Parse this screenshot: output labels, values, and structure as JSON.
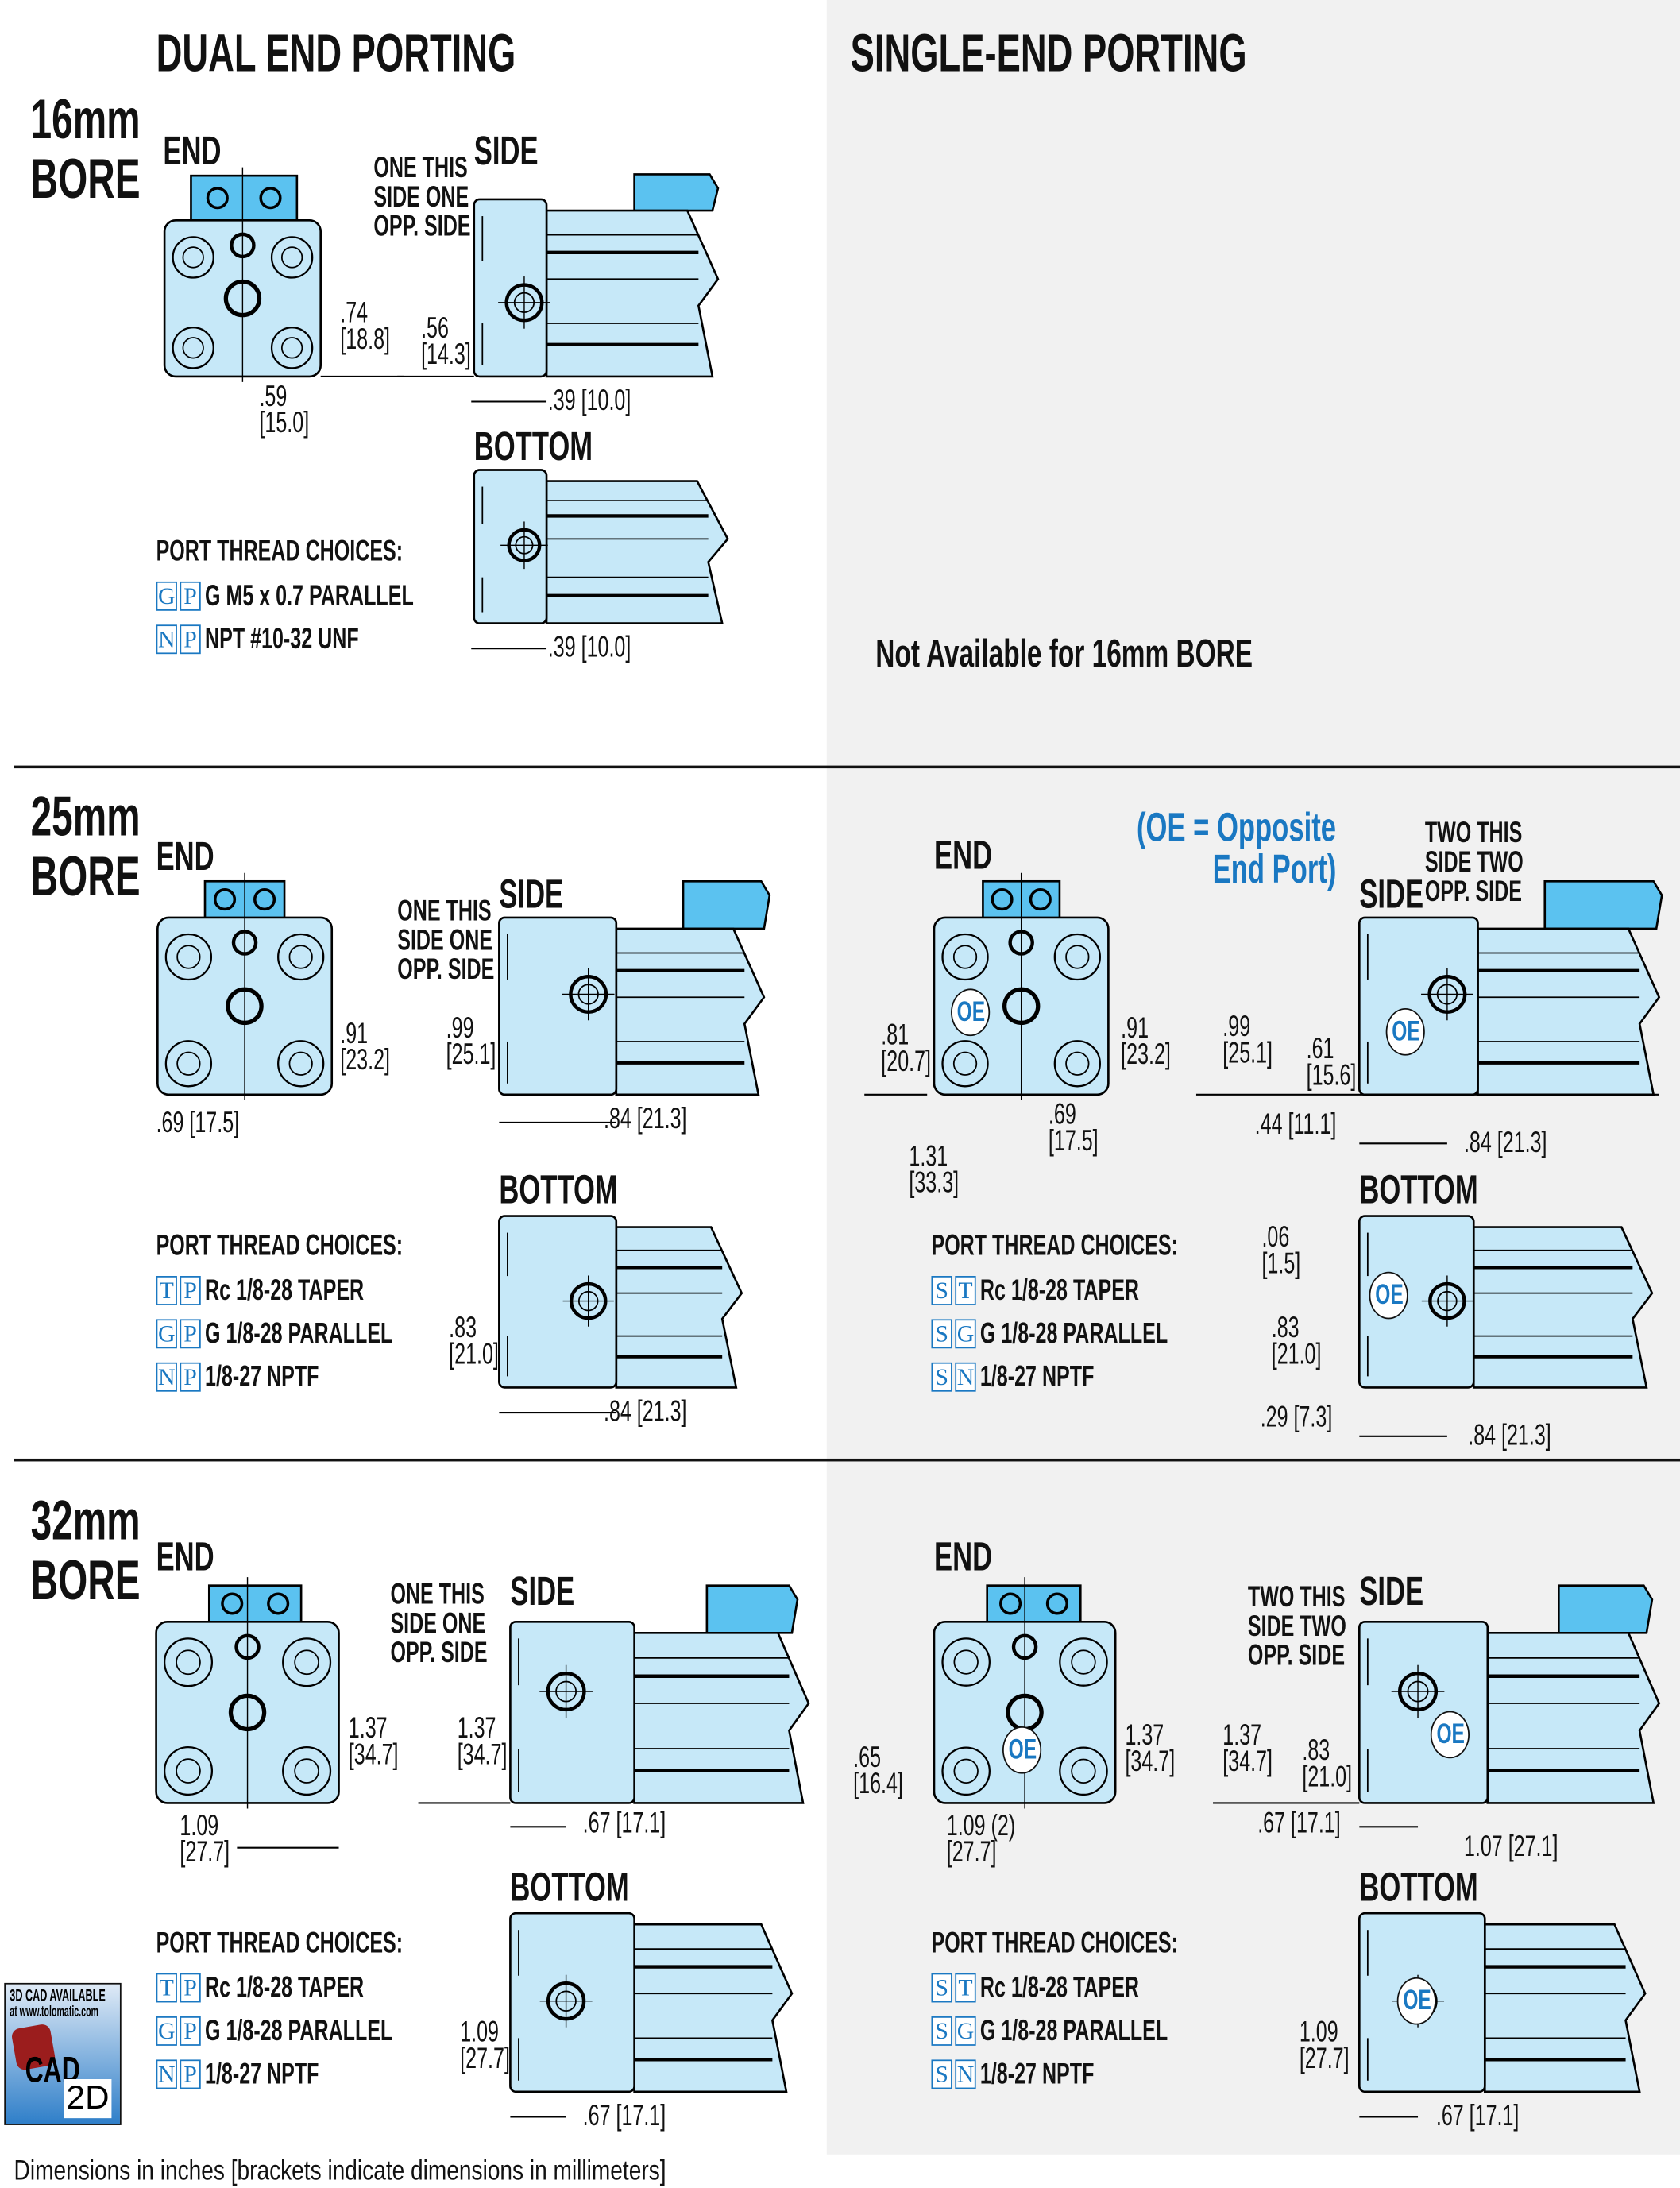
{
  "headers": {
    "dual": "DUAL END PORTING",
    "single": "SINGLE-END PORTING"
  },
  "s16": {
    "bore": [
      "16mm",
      "BORE"
    ],
    "dual": {
      "end": "END",
      "side": "SIDE",
      "bottom": "BOTTOM",
      "note": [
        "ONE THIS",
        "SIDE ONE",
        "OPP. SIDE"
      ],
      "dims": [
        [
          ".74",
          "[18.8]"
        ],
        [
          ".56",
          "[14.3]"
        ],
        [
          ".59",
          "[15.0]"
        ],
        [
          ".39 [10.0]"
        ],
        [
          ".39 [10.0]"
        ]
      ],
      "ports_title": "PORT THREAD CHOICES:",
      "ports": [
        {
          "code": "GP",
          "desc": "G M5 x 0.7 PARALLEL"
        },
        {
          "code": "NP",
          "desc": "NPT #10-32 UNF"
        }
      ]
    },
    "single": {
      "na": "Not Available for 16mm BORE"
    }
  },
  "s25": {
    "bore": [
      "25mm",
      "BORE"
    ],
    "dual": {
      "end": "END",
      "side": "SIDE",
      "bottom": "BOTTOM",
      "note": [
        "ONE THIS",
        "SIDE ONE",
        "OPP. SIDE"
      ],
      "dims": [
        [
          ".91",
          "[23.2]"
        ],
        [
          ".99",
          "[25.1]"
        ],
        [
          ".69 [17.5]"
        ],
        [
          ".84 [21.3]"
        ],
        [
          ".83",
          "[21.0]"
        ],
        [
          ".84 [21.3]"
        ]
      ],
      "ports_title": "PORT THREAD CHOICES:",
      "ports": [
        {
          "code": "TP",
          "desc": "Rc 1/8-28 TAPER"
        },
        {
          "code": "GP",
          "desc": "G 1/8-28 PARALLEL"
        },
        {
          "code": "NP",
          "desc": "1/8-27 NPTF"
        }
      ]
    },
    "single": {
      "end": "END",
      "side": "SIDE",
      "bottom": "BOTTOM",
      "oe_legend": [
        "(OE = Opposite",
        "End Port)"
      ],
      "oe": "OE",
      "note": [
        "TWO THIS",
        "SIDE TWO",
        "OPP. SIDE"
      ],
      "dims": [
        [
          ".81",
          "[20.7]"
        ],
        [
          ".91",
          "[23.2]"
        ],
        [
          ".99",
          "[25.1]"
        ],
        [
          ".61",
          "[15.6]"
        ],
        [
          ".69",
          "[17.5]"
        ],
        [
          "1.31",
          "[33.3]"
        ],
        [
          ".44 [11.1]"
        ],
        [
          ".84 [21.3]"
        ],
        [
          ".06",
          "[1.5]"
        ],
        [
          ".83",
          "[21.0]"
        ],
        [
          ".29 [7.3]"
        ],
        [
          ".84 [21.3]"
        ]
      ],
      "ports_title": "PORT THREAD CHOICES:",
      "ports": [
        {
          "code": "ST",
          "desc": "Rc 1/8-28 TAPER"
        },
        {
          "code": "SG",
          "desc": "G 1/8-28 PARALLEL"
        },
        {
          "code": "SN",
          "desc": "1/8-27 NPTF"
        }
      ]
    }
  },
  "s32": {
    "bore": [
      "32mm",
      "BORE"
    ],
    "dual": {
      "end": "END",
      "side": "SIDE",
      "bottom": "BOTTOM",
      "note": [
        "ONE THIS",
        "SIDE ONE",
        "OPP. SIDE"
      ],
      "dims": [
        [
          "1.37",
          "[34.7]"
        ],
        [
          "1.37",
          "[34.7]"
        ],
        [
          "1.09",
          "[27.7]"
        ],
        [
          ".67 [17.1]"
        ],
        [
          "1.09",
          "[27.7]"
        ],
        [
          ".67 [17.1]"
        ]
      ],
      "ports_title": "PORT THREAD CHOICES:",
      "ports": [
        {
          "code": "TP",
          "desc": "Rc 1/8-28 TAPER"
        },
        {
          "code": "GP",
          "desc": "G 1/8-28 PARALLEL"
        },
        {
          "code": "NP",
          "desc": "1/8-27 NPTF"
        }
      ]
    },
    "single": {
      "end": "END",
      "side": "SIDE",
      "bottom": "BOTTOM",
      "oe": "OE",
      "note": [
        "TWO THIS",
        "SIDE TWO",
        "OPP. SIDE"
      ],
      "dims": [
        [
          ".65",
          "[16.4]"
        ],
        [
          "1.37",
          "[34.7]"
        ],
        [
          "1.37",
          "[34.7]"
        ],
        [
          ".83",
          "[21.0]"
        ],
        [
          "1.09 (2)",
          "[27.7]"
        ],
        [
          ".67 [17.1]"
        ],
        [
          "1.07 [27.1]"
        ],
        [
          "1.09",
          "[27.7]"
        ],
        [
          ".67 [17.1]"
        ]
      ],
      "ports_title": "PORT THREAD CHOICES:",
      "ports": [
        {
          "code": "ST",
          "desc": "Rc 1/8-28 TAPER"
        },
        {
          "code": "SG",
          "desc": "G 1/8-28 PARALLEL"
        },
        {
          "code": "SN",
          "desc": "1/8-27 NPTF"
        }
      ]
    }
  },
  "badge": {
    "line1": "3D CAD AVAILABLE",
    "line2": "at www.tolomatic.com",
    "cad": "CAD",
    "twod": "2D"
  },
  "footer": "Dimensions in inches [brackets indicate dimensions in millimeters]",
  "colors": {
    "body": "#c6e8f8",
    "carriage": "#5bc2f0",
    "accent": "#1a78c2",
    "panel": "#f1f1f1"
  }
}
